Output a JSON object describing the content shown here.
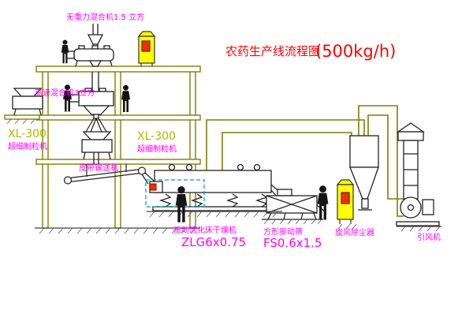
{
  "title": {
    "text": "农药生产线流程图",
    "capacity": "(500kg/h)"
  },
  "labels": {
    "gravity_mixer": "无重力混合机1.5 立方",
    "high_speed_mixer": "高速混合机3立方",
    "granulator_left": {
      "model": "XL-300",
      "name": "超细制粒机"
    },
    "granulator_mid": {
      "model": "XL-300",
      "name": "超细制粒机"
    },
    "belt_conveyor": "皮带输送机",
    "dryer": {
      "name": "振动流化床干燥机",
      "model": "ZLG6x0.75"
    },
    "screen": {
      "name": "方形振动筛",
      "model": "FS0.6x1.5"
    },
    "cyclone": "旋风除尘器",
    "fan": "引风机"
  },
  "colors": {
    "title": "#ff0000",
    "label": "#ff00ff",
    "model_label": "#b8b400",
    "structure": "#7f7f00",
    "equipment": "#222222",
    "cabinet_fill": "#ffff00",
    "cabinet_accent": "#ff2a00",
    "dashed": "#00a0a0",
    "background": "#ffffff"
  }
}
